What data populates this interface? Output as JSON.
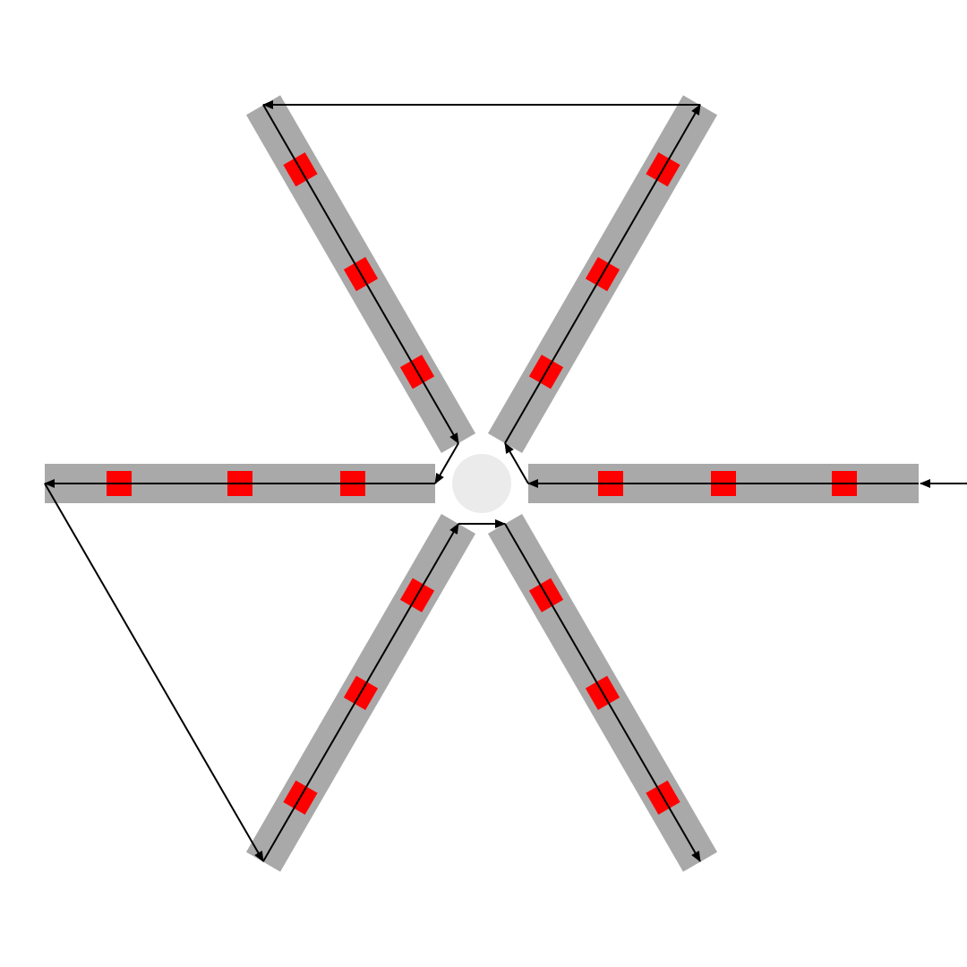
{
  "diagram": {
    "type": "hexagonal-arm-routing",
    "arm_count": 6,
    "markers_per_arm": 3,
    "colors": {
      "background": "#ffffff",
      "arm": "#a9a9a9",
      "marker": "#ff0000",
      "hub": "#ebebeb",
      "path": "#000000"
    }
  }
}
